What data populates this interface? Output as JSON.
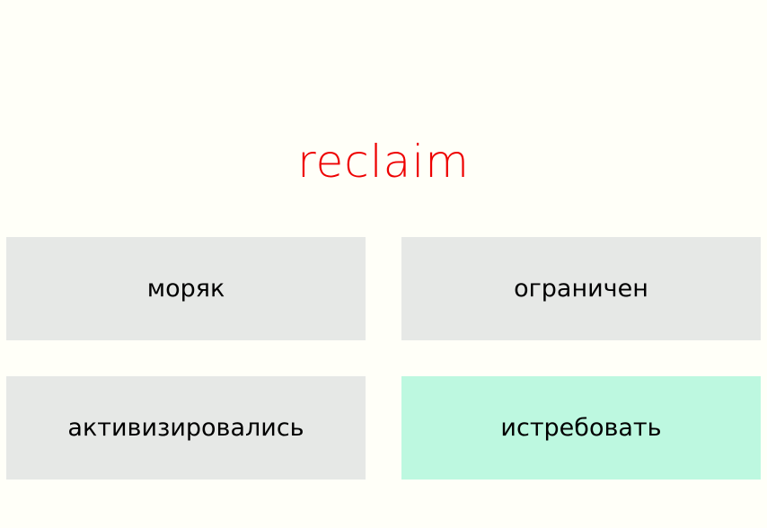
{
  "quiz": {
    "prompt_word": "reclaim",
    "prompt_color": "#ee0000",
    "default_option_color": "#e6e8e6",
    "selected_option_color": "#bdf8e0",
    "options": [
      {
        "label": "моряк",
        "selected": false
      },
      {
        "label": "ограничен",
        "selected": false
      },
      {
        "label": "активизировались",
        "selected": false
      },
      {
        "label": "истребовать",
        "selected": true
      }
    ]
  }
}
